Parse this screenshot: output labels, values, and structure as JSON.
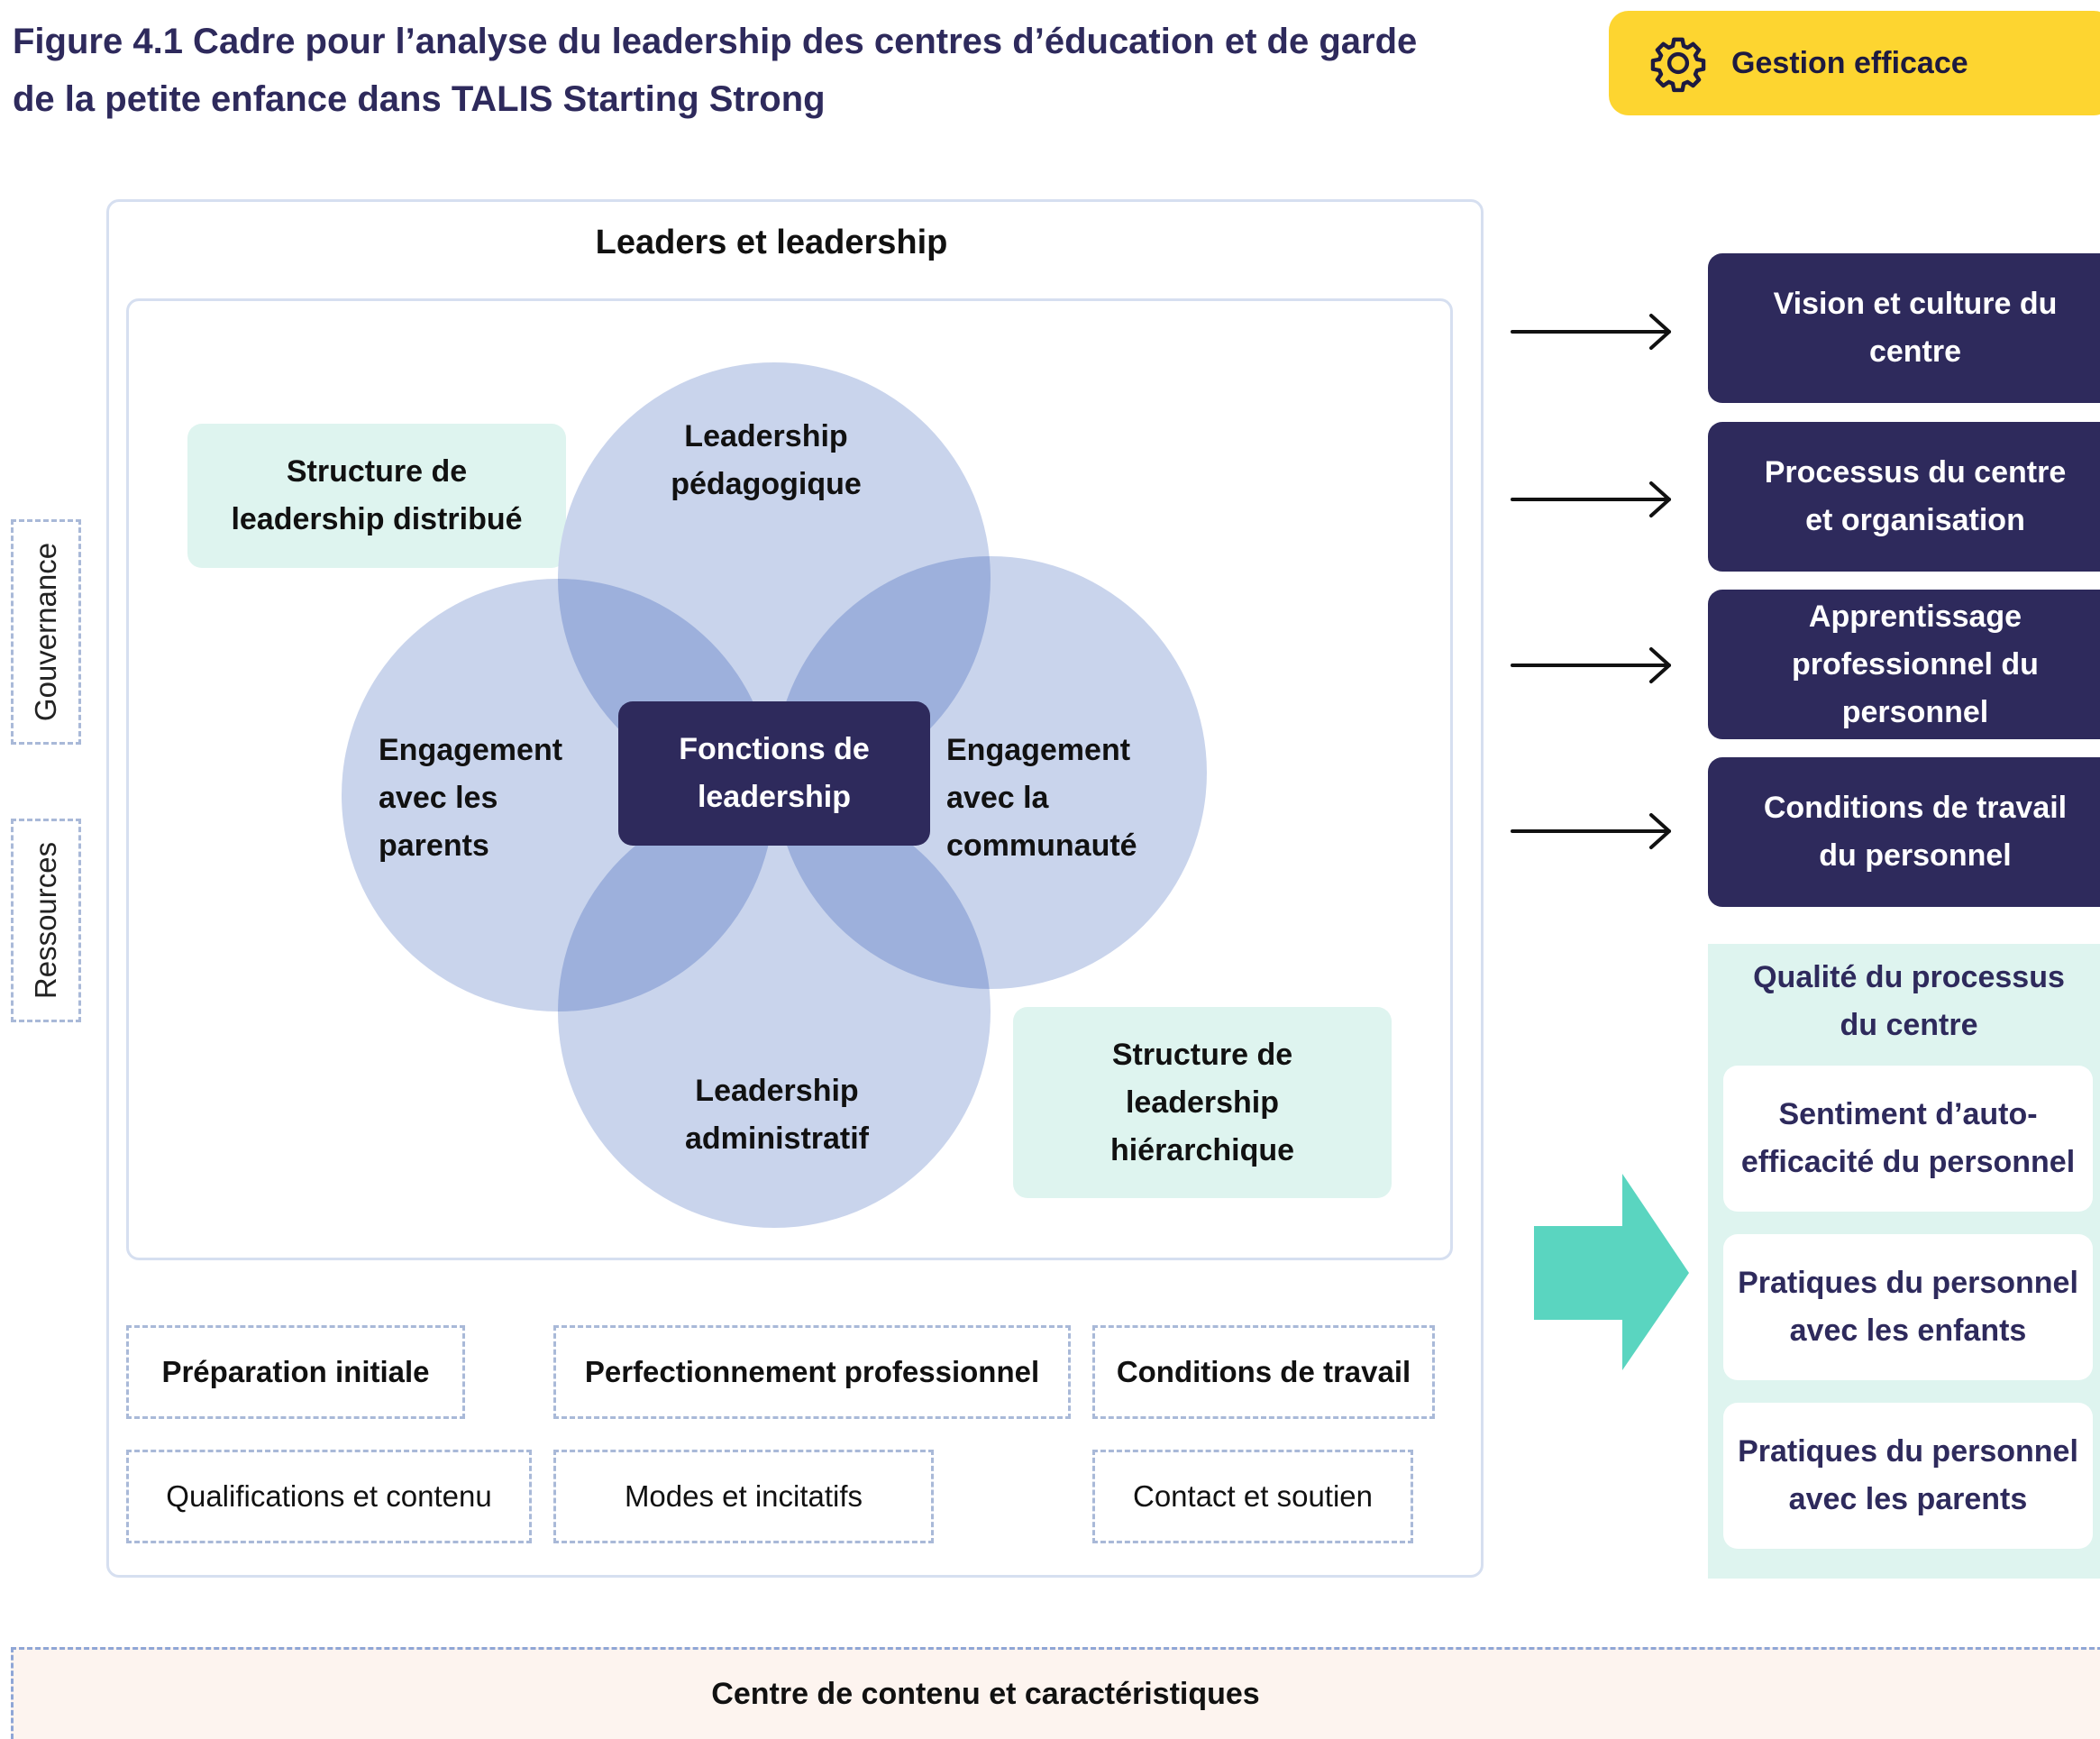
{
  "figure": {
    "title_line1": "Figure 4.1 Cadre pour l’analyse du leadership des centres d’éducation et de garde",
    "title_line2": "de la petite enfance dans TALIS Starting Strong"
  },
  "badge": {
    "label": "Gestion efficace",
    "icon": "gear-icon",
    "color": "#fdd530"
  },
  "side_labels": {
    "top": "Gouvernance",
    "bottom": "Ressources"
  },
  "leaders": {
    "title": "Leaders et leadership",
    "distributed": {
      "line1": "Structure de",
      "line2": "leadership distribué"
    },
    "hierarchical": {
      "line1": "Structure de",
      "line2": "leadership",
      "line3": "hiérarchique"
    },
    "circles": {
      "top": {
        "line1": "Leadership",
        "line2": "pédagogique"
      },
      "left": {
        "line1": "Engagement",
        "line2": "avec les",
        "line3": "parents"
      },
      "right": {
        "line1": "Engagement",
        "line2": "avec la",
        "line3": "communauté"
      },
      "bottom": {
        "line1": "Leadership",
        "line2": "administratif"
      }
    },
    "center": {
      "line1": "Fonctions de",
      "line2": "leadership"
    }
  },
  "resources": {
    "row1": [
      "Préparation initiale",
      "Perfectionnement professionnel",
      "Conditions de travail"
    ],
    "row2": [
      "Qualifications et contenu",
      "Modes et incitatifs",
      "Contact et soutien"
    ]
  },
  "outcomes": [
    {
      "line1": "Vision et culture du",
      "line2": "centre"
    },
    {
      "line1": "Processus du centre",
      "line2": "et organisation"
    },
    {
      "line1": "Apprentissage",
      "line2": "professionnel du",
      "line3": "personnel"
    },
    {
      "line1": "Conditions de travail",
      "line2": "du personnel"
    }
  ],
  "quality": {
    "title_line1": "Qualité du processus",
    "title_line2": "du centre",
    "items": [
      {
        "line1": "Sentiment d’auto-",
        "line2": "efficacité du personnel"
      },
      {
        "line1": "Pratiques du personnel",
        "line2": "avec les enfants"
      },
      {
        "line1": "Pratiques du personnel",
        "line2": "avec les parents"
      }
    ]
  },
  "footer": {
    "label": "Centre de contenu et caractéristiques"
  },
  "colors": {
    "navy": "#2e2a5c",
    "mint": "#def4ef",
    "teal_arrow": "#5ad5c0",
    "circle_fill": "#c9d4ec",
    "circle_overlap": "#9db0dc",
    "dash": "#a9b9d8"
  }
}
